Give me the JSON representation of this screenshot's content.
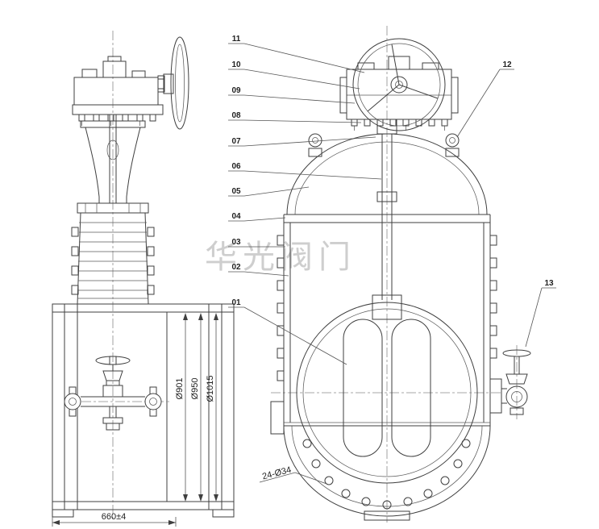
{
  "watermark": "华光阀门",
  "callouts": {
    "c01": "01",
    "c02": "02",
    "c03": "03",
    "c04": "04",
    "c05": "05",
    "c06": "06",
    "c07": "07",
    "c08": "08",
    "c09": "09",
    "c10": "10",
    "c11": "11",
    "c12": "12",
    "c13": "13"
  },
  "dimensions": {
    "dia_901": "Ø901",
    "dia_950": "Ø950",
    "dia_1015": "Ø1015",
    "overall_width": "660±4",
    "bolt_holes": "24-Ø34"
  },
  "colors": {
    "line": "#3f3f3f",
    "watermark": "#c9c9c9",
    "background": "#ffffff"
  }
}
